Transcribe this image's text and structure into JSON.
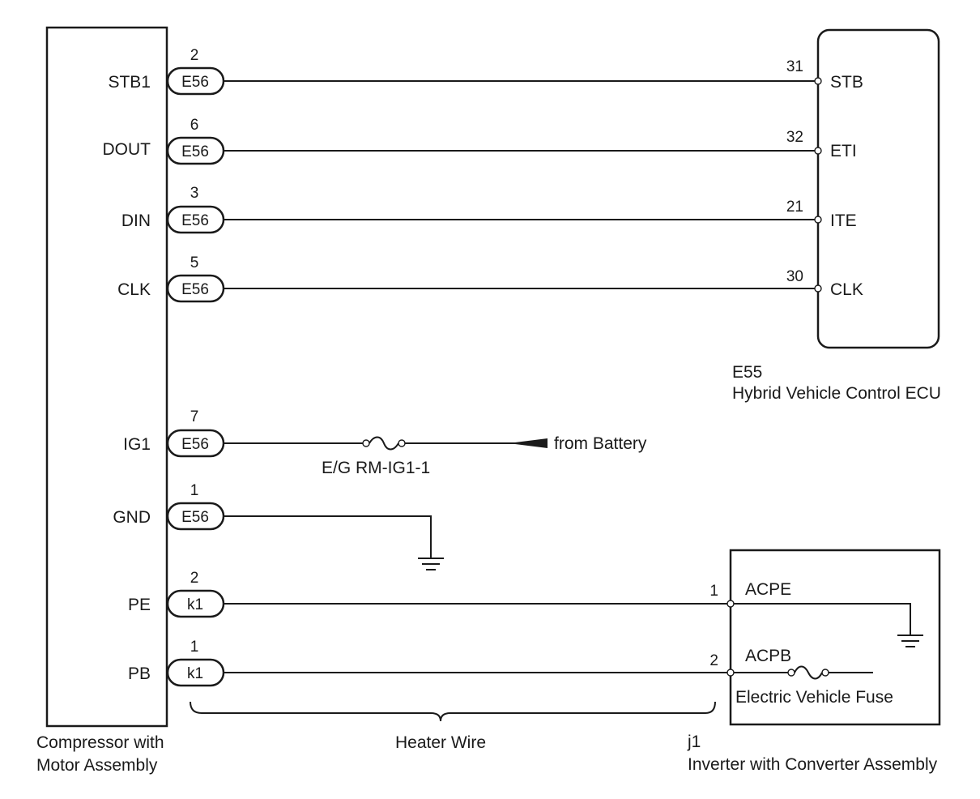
{
  "compressor": {
    "label_line1": "Compressor with",
    "label_line2": "Motor Assembly",
    "terminals": [
      {
        "name": "STB1",
        "pin": "2",
        "connector": "E56"
      },
      {
        "name": "DOUT",
        "pin": "6",
        "connector": "E56"
      },
      {
        "name": "DIN",
        "pin": "3",
        "connector": "E56"
      },
      {
        "name": "CLK",
        "pin": "5",
        "connector": "E56"
      },
      {
        "name": "IG1",
        "pin": "7",
        "connector": "E56"
      },
      {
        "name": "GND",
        "pin": "1",
        "connector": "E56"
      },
      {
        "name": "PE",
        "pin": "2",
        "connector": "k1"
      },
      {
        "name": "PB",
        "pin": "1",
        "connector": "k1"
      }
    ]
  },
  "ecu": {
    "code": "E55",
    "name": "Hybrid Vehicle Control ECU",
    "terminals": [
      {
        "pin": "31",
        "name": "STB"
      },
      {
        "pin": "32",
        "name": "ETI"
      },
      {
        "pin": "21",
        "name": "ITE"
      },
      {
        "pin": "30",
        "name": "CLK"
      }
    ]
  },
  "ig1_circuit": {
    "fuse_label": "E/G RM-IG1-1",
    "source_label": "from Battery"
  },
  "inverter": {
    "code": "j1",
    "name": "Inverter with Converter Assembly",
    "terminals": [
      {
        "pin": "1",
        "name": "ACPE"
      },
      {
        "pin": "2",
        "name": "ACPB"
      }
    ],
    "fuse_label": "Electric Vehicle Fuse"
  },
  "heater_wire_label": "Heater Wire"
}
